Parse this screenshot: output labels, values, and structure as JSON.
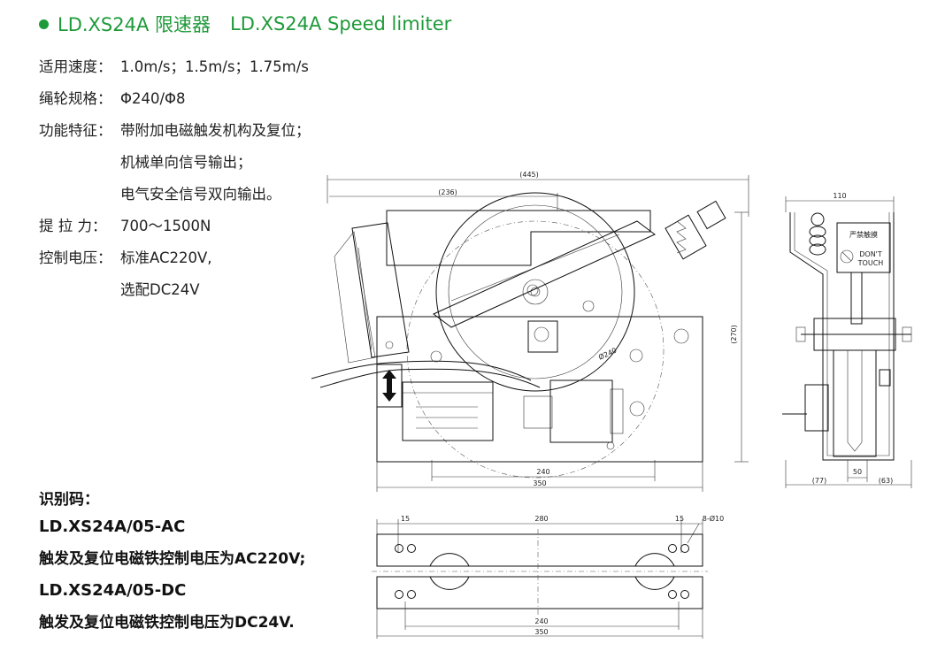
{
  "title": {
    "model_cn": "LD.XS24A 限速器",
    "model_en": "LD.XS24A Speed limiter",
    "accent_color": "#1f9a3a"
  },
  "specs": [
    {
      "label": "适用速度：",
      "value": "1.0m/s；1.5m/s；1.75m/s"
    },
    {
      "label": "绳轮规格：",
      "value": "Φ240/Φ8"
    },
    {
      "label": "功能特征：",
      "value": "带附加电磁触发机构及复位；"
    },
    {
      "label": "",
      "value": "机械单向信号输出；"
    },
    {
      "label": "",
      "value": "电气安全信号双向输出。"
    },
    {
      "label": "提 拉 力：",
      "value": "700～1500N"
    },
    {
      "label": "控制电压：",
      "value": "标准AC220V,"
    },
    {
      "label": "",
      "value": "选配DC24V"
    }
  ],
  "codes": {
    "header": "识别码：",
    "items": [
      {
        "code": "LD.XS24A/05-AC",
        "desc": "触发及复位电磁铁控制电压为AC220V;"
      },
      {
        "code": "LD.XS24A/05-DC",
        "desc": "触发及复位电磁铁控制电压为DC24V."
      }
    ]
  },
  "drawing": {
    "front": {
      "dim_overall": "(445)",
      "dim_upper": "(236)",
      "dim_height": "(270)",
      "dim_wheel": "Ø240",
      "dim_holes": "240",
      "dim_base": "350"
    },
    "side": {
      "dim_top": "110",
      "dim_center": "50",
      "dim_left": "(77)",
      "dim_right": "(63)",
      "label_cn": "严禁触摸",
      "label_en1": "DON'T",
      "label_en2": "TOUCH"
    },
    "plan": {
      "dim_left": "15",
      "dim_center": "280",
      "dim_right": "15",
      "dim_holes_note": "8-Ø10",
      "dim_holes": "240",
      "dim_base": "350"
    }
  }
}
